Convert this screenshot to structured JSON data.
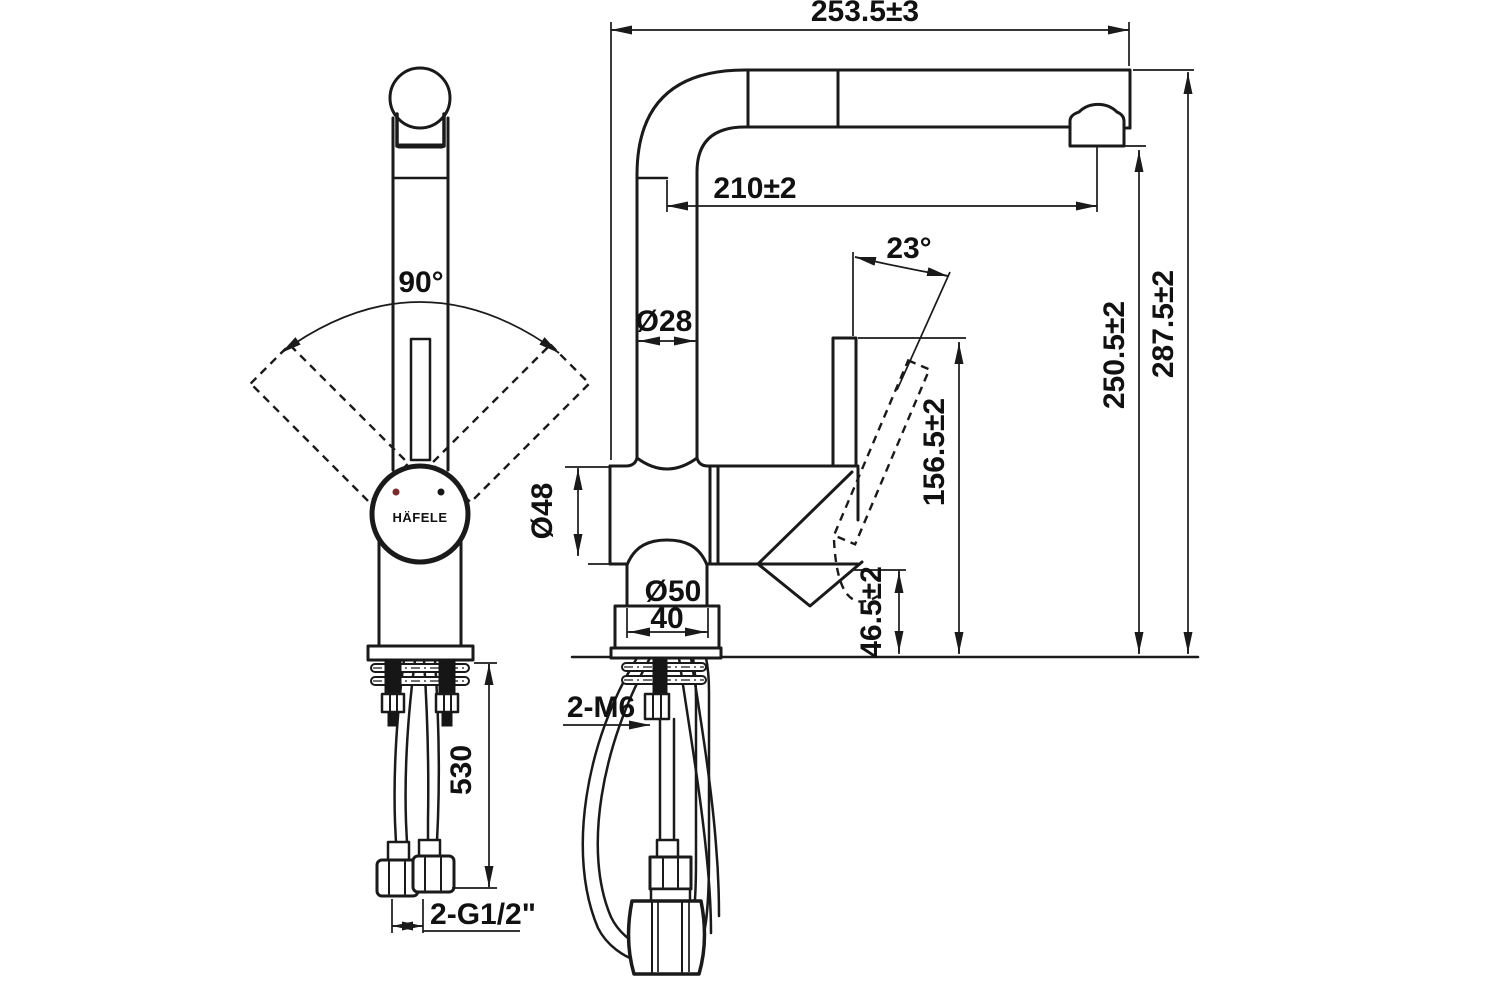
{
  "drawing": {
    "brand": "HÄFELE",
    "dimensions": {
      "spout_reach": "253.5±3",
      "outlet_reach": "210±2",
      "spray_angle": "23°",
      "swivel_angle": "90°",
      "spout_tube_diameter": "Ø28",
      "body_diameter": "Ø48",
      "base_diameter": "Ø50",
      "base_top_width": "40",
      "handle_top_height": "156.5±2",
      "outlet_height": "250.5±2",
      "overall_height": "287.5±2",
      "body_bottom_height": "46.5±2",
      "hose_length_below_deck": "530",
      "supply_connection": "2-G1/2\"",
      "fixing_studs": "2-M6"
    },
    "colors": {
      "line": "#1a1a1a",
      "background": "#ffffff",
      "hot_marker": "#7c2b2b",
      "cold_marker": "#161616"
    }
  }
}
